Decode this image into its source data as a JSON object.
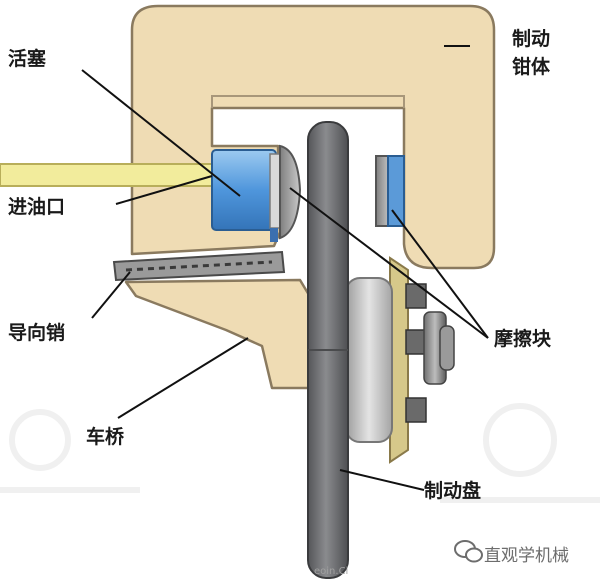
{
  "labels": {
    "piston": "活塞",
    "caliper_line1": "制动",
    "caliper_line2": "钳体",
    "oil_inlet": "进油口",
    "guide_pin": "导向销",
    "friction_pad": "摩擦块",
    "axle": "车桥",
    "brake_disc": "制动盘"
  },
  "watermark": {
    "brand": "直观学机械",
    "tag": "eoin.Ci"
  },
  "colors": {
    "caliper": "#efdcb4",
    "caliper_outline": "#8a7a5f",
    "piston": "#5aa0e0",
    "oil_pipe": "#f2ec9c",
    "disc": "#6d6e70",
    "hub": "#c4c4c4",
    "flange": "#d6c88a",
    "leader": "#111111"
  },
  "icons": [
    "wechat-icon"
  ]
}
